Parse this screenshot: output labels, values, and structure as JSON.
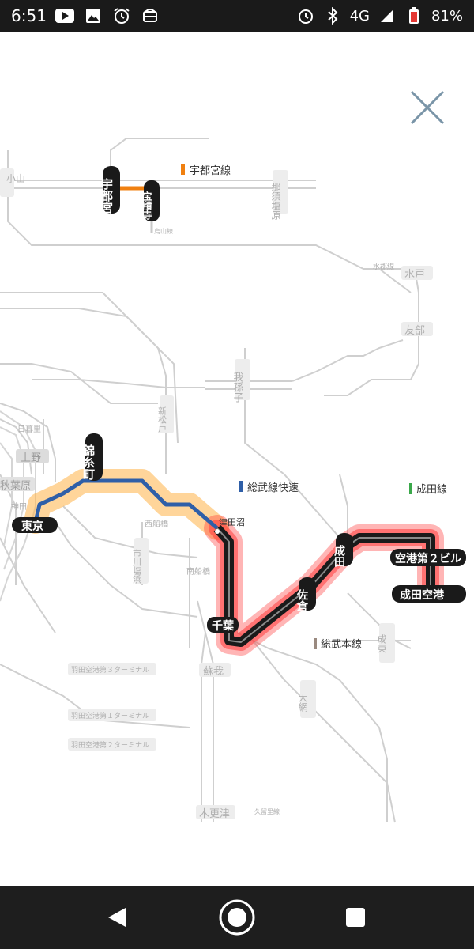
{
  "status_bar": {
    "time": "6:51",
    "network": "4G",
    "battery": "81%"
  },
  "map": {
    "lines": {
      "utsunomiya": "宇都宮線",
      "sobu_rapid": "総武線快速",
      "narita": "成田線",
      "sobu_main": "総武本線"
    },
    "stations": {
      "tokyo": "東京",
      "kinshicho": "錦糸町",
      "tsudanuma": "津田沼",
      "chiba": "千葉",
      "sakura": "佐倉",
      "narita": "成田",
      "airport_t2": "空港第２ビル",
      "narita_airport": "成田空港",
      "utsunomiya": "宇都宮",
      "hoshakuji": "宝積寺"
    },
    "gray_labels": {
      "oyama": "小山",
      "karasuyama": "烏山線",
      "nasushiobara": "那須塩原",
      "suifu": "水郡線",
      "mito": "水戸",
      "tomobe": "友部",
      "abiko": "我孫子",
      "shinmatsudo": "新松戸",
      "nippori": "日暮里",
      "ueno": "上野",
      "akihabara": "秋葉原",
      "kanda": "神田",
      "nishifunabashi": "西船橋",
      "ichikawashiohama": "市川塩浜",
      "minamifunabashi": "南船橋",
      "soga": "蘇我",
      "naruto": "成東",
      "oami": "大網",
      "kisarazu": "木更津",
      "kururi": "久留里線",
      "haneda3": "羽田空港第３ターミナル",
      "haneda1": "羽田空港第１ターミナル",
      "haneda2": "羽田空港第２ターミナル"
    },
    "colors": {
      "utsunomiya_line": "#f08010",
      "sobu_rapid_line": "#2f5fa8",
      "narita_line": "#3aa84a",
      "sobu_main_line": "#9a8a80",
      "route_highlight_orange": "#ffb347",
      "route_highlight_red": "#ff2a2a",
      "gray_line": "#c8c8c8"
    }
  },
  "nav_bar": {
    "back": "back-icon",
    "home": "home-icon",
    "recents": "recents-icon"
  }
}
